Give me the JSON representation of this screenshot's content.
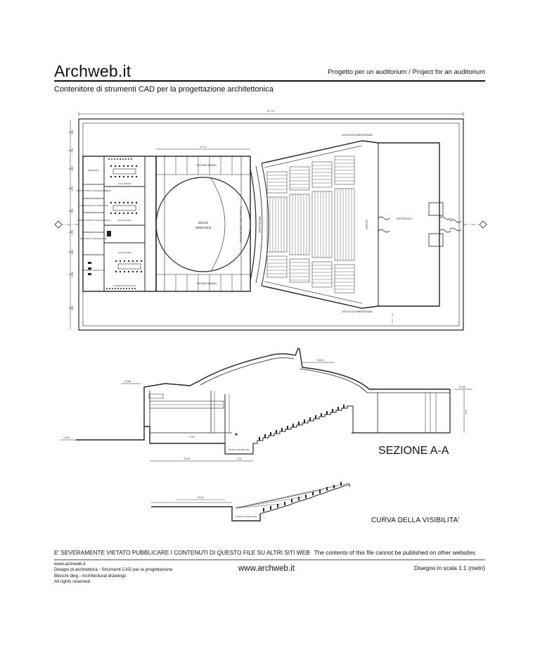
{
  "header": {
    "brand": "Archweb.it",
    "project": "Progetto per un auditorium  /  Project for an auditorium",
    "subtitle": "Contenitore di strumenti CAD per la progettazione architettonica"
  },
  "plan": {
    "labels": {
      "exit_top": "USCITA DI EMERGENZA",
      "exit_bottom": "USCITA DI EMERGENZA",
      "scene_top": "SCENE MOBILI",
      "scene_bottom": "SCENE MOBILI",
      "disc_line1": "DISCO",
      "disc_line2": "GIREVOLE",
      "orchestra_pit": "FOSSO DELL'ORCHESTRA",
      "proscenium": "PROSCENIO",
      "foyer": "FOYER",
      "vestibule": "VESTIBOLO"
    },
    "rooms": [
      "DEPOSITO",
      "LABORATORIO DI FALEGNAMERIA",
      "LABORATORIO DI SARTORIA",
      "LABORATORIO DI SCENOGRAFIA",
      "DEPOSITO SCENOGRAFIE",
      "CAMERINI SPOGLIATOI",
      "SALA PROVE",
      "SALA PROVE",
      "SALA PROVE",
      "CAMERINI SPOGLIATOI"
    ],
    "dims": {
      "overall": "67.74",
      "stage": "22.14",
      "side": [
        "3.50",
        "7.30",
        "3.25",
        "5.75",
        "7.40",
        "5.75",
        "5.40",
        "5.00",
        "3.00"
      ]
    }
  },
  "section": {
    "title": "SEZIONE A-A",
    "pit_label": "FOSSO ORCHESTRA",
    "elevations": [
      "+18.50",
      "+11.86",
      "+11.80",
      "+3.00",
      "+0.00"
    ],
    "dims": [
      "29.26",
      "3.24",
      "6.00"
    ]
  },
  "curve": {
    "title": "CURVA DELLA VISIBILITA'",
    "pit_label": "FOSSO ORCHESTRA",
    "dim": "19.00"
  },
  "warning": {
    "it": "E' SEVERAMENTE VIETATO PUBBLICARE I CONTENUTI DI QUESTO FILE SU ALTRI SITI WEB",
    "en": "The contents of this file cannot be published on other websites"
  },
  "footer": {
    "left": [
      "www.archweb.it",
      "Disegni di architettura - Strumenti CAD  per la progettazione",
      "Blocchi dwg - Architectural drawings",
      "All rights reserved"
    ],
    "center": "www.archweb.it",
    "scale": "Disegno in scala 1:1 (metri)"
  }
}
